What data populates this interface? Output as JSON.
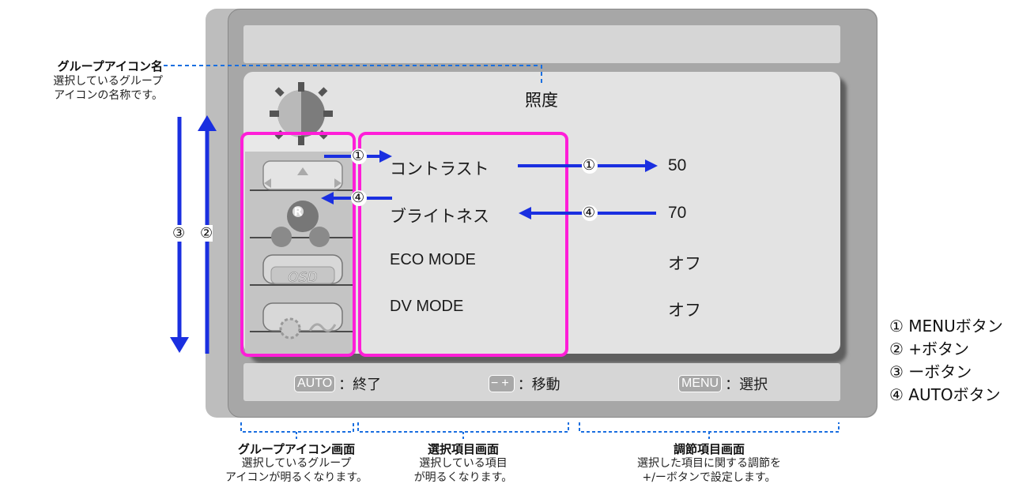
{
  "callouts": {
    "group_icon_name": {
      "title": "グループアイコン名",
      "desc_line1": "選択しているグループ",
      "desc_line2": "アイコンの名称です。"
    }
  },
  "osd": {
    "group_name": "照度",
    "items": [
      {
        "label": "コントラスト",
        "value": "50"
      },
      {
        "label": "ブライトネス",
        "value": "70"
      },
      {
        "label": "ECO MODE",
        "value": "オフ"
      },
      {
        "label": "DV MODE",
        "value": "オフ"
      }
    ],
    "hints": [
      {
        "key": "AUTO",
        "text": "：終了"
      },
      {
        "key": "−+",
        "text": "：移動"
      },
      {
        "key": "MENU",
        "text": "：選択"
      }
    ]
  },
  "arrow_labels": {
    "one": "①",
    "two": "②",
    "three": "③",
    "four": "④"
  },
  "legend": [
    "① MENUボタン",
    "② +ボタン",
    "③ ーボタン",
    "④ AUTOボタン"
  ],
  "bottom_captions": [
    {
      "title": "グループアイコン画面",
      "line1": "選択しているグループ",
      "line2": "アイコンが明るくなります。"
    },
    {
      "title": "選択項目画面",
      "line1": "選択している項目",
      "line2": "が明るくなります。"
    },
    {
      "title": "調節項目画面",
      "line1": "選択した項目に関する調節を",
      "line2": "+/ーボタンで設定します。"
    }
  ],
  "colors": {
    "highlight": "#ff1ed8",
    "arrow": "#1a2fe0",
    "dashed": "#1a6fe0"
  }
}
